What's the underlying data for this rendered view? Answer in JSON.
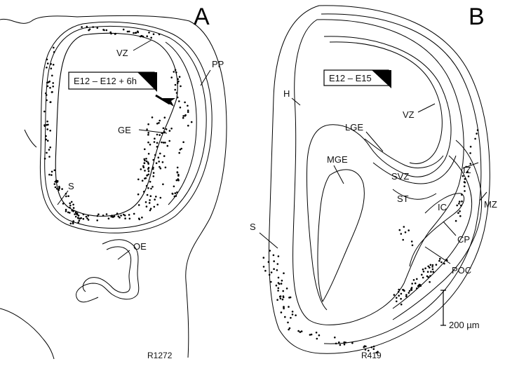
{
  "panels": [
    {
      "letter": "A",
      "badge": "E12 – E12 + 6h",
      "case_id": "R1272",
      "labels": {
        "vz": "VZ",
        "pp": "PP",
        "ge": "GE",
        "s": "S",
        "oe": "OE"
      }
    },
    {
      "letter": "B",
      "badge": "E12 – E15",
      "case_id": "R419",
      "labels": {
        "h": "H",
        "vz": "VZ",
        "lge": "LGE",
        "mge": "MGE",
        "svz": "SVZ",
        "iz": "IZ",
        "st": "ST",
        "ic": "IC",
        "mz": "MZ",
        "cp": "CP",
        "poc": "POC",
        "s": "S"
      }
    }
  ],
  "scale_bar": {
    "label": "200 µm"
  },
  "colors": {
    "ink": "#000000",
    "background": "#ffffff"
  }
}
